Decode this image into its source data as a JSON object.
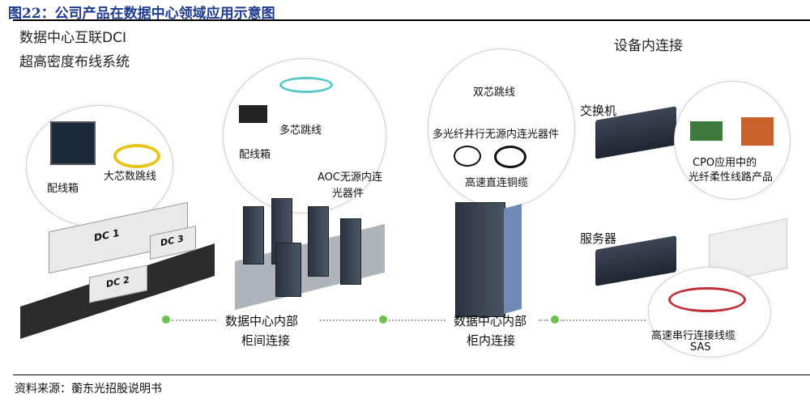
{
  "title": "图22：公司产品在数据中心领域应用示意图",
  "source": "资料来源：蘅东光招股说明书",
  "dci": {
    "line1": "数据中心互联DCI",
    "line2": "超高密度布线系统",
    "panel": "配线箱",
    "trunk": "大芯数跳线",
    "dc_labels": [
      "DC 1",
      "DC 2",
      "DC 3"
    ]
  },
  "inter_rack": {
    "items": [
      "多芯跳线",
      "配线箱",
      "AOC无源内连",
      "光器件"
    ],
    "caption1": "数据中心内部",
    "caption2": "柜间连接"
  },
  "intra_rack": {
    "items": [
      "双芯跳线",
      "多光纤并行无源内连光器件",
      "高速直连铜缆"
    ],
    "caption1": "数据中心内部",
    "caption2": "柜内连接"
  },
  "device": {
    "heading": "设备内连接",
    "switch": "交换机",
    "cpo1": "CPO应用中的",
    "cpo2": "光纤柔性线路产品",
    "server": "服务器",
    "sas1": "高速串行连接线缆",
    "sas2": "SAS"
  },
  "colors": {
    "title": "#1f3b8c",
    "dot": "#6cc24a"
  }
}
